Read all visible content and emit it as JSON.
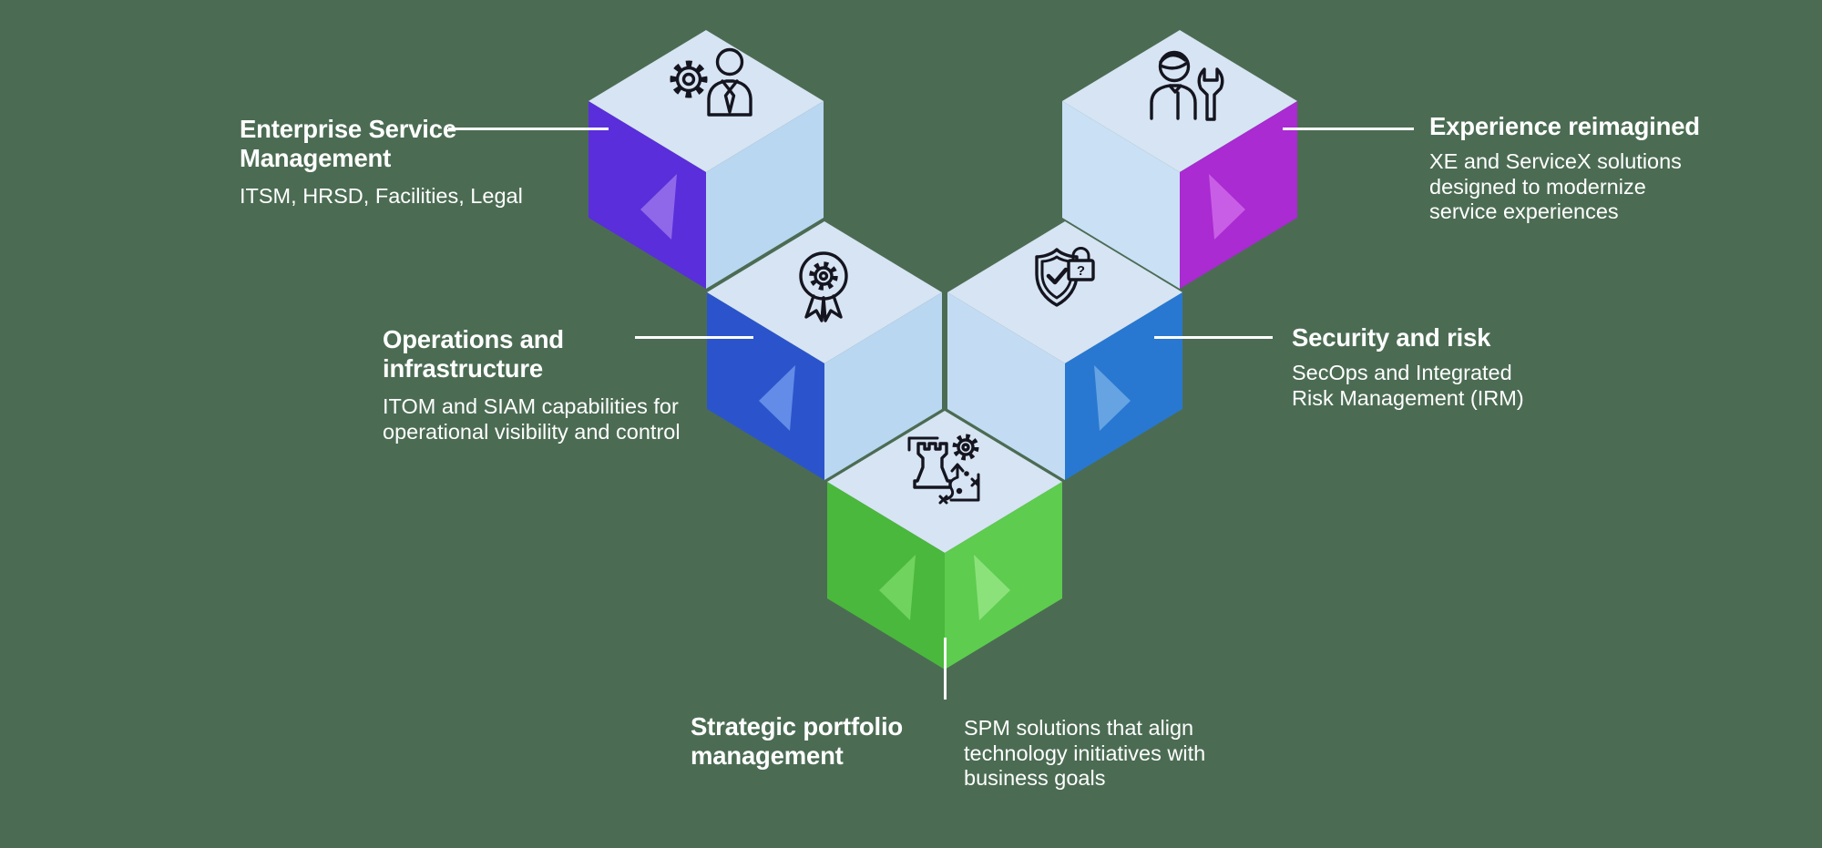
{
  "palette": {
    "background": "#4B6C53",
    "text": "#FFFFFF",
    "icon_stroke": "#15151F",
    "connector": "#FFFFFF"
  },
  "cubes": [
    {
      "id": "enterprise-service-management",
      "icon": "gear-person",
      "colors": {
        "top": "#D6E4F3",
        "left": "#5A2EDB",
        "right": "#B9D7F1",
        "left_triangle": "#8E68E8"
      }
    },
    {
      "id": "experience-reimagined",
      "icon": "person-wrench",
      "colors": {
        "top": "#D6E4F3",
        "left": "#C9E0F5",
        "right": "#A92BD1",
        "right_triangle": "#C95EE6"
      }
    },
    {
      "id": "operations-and-infrastructure",
      "icon": "award-gear",
      "colors": {
        "top": "#D6E4F3",
        "left": "#2B54CC",
        "right": "#B9D7F1",
        "left_triangle": "#638CE8"
      }
    },
    {
      "id": "security-and-risk",
      "icon": "shield-lock",
      "colors": {
        "top": "#D6E4F3",
        "left": "#C3DCF3",
        "right": "#2878D2",
        "right_triangle": "#66A3E3"
      }
    },
    {
      "id": "strategic-portfolio-management",
      "icon": "rook-strategy-gear",
      "colors": {
        "top": "#D6E4F3",
        "left": "#4AB83C",
        "right": "#5ECC4E",
        "left_triangle": "#6FD35D",
        "right_triangle": "#8BE27A"
      }
    }
  ],
  "callouts": {
    "enterprise_service_management": {
      "heading_lines": [
        "Enterprise Service",
        "Management"
      ],
      "body_lines": [
        "ITSM, HRSD, Facilities, Legal"
      ]
    },
    "experience_reimagined": {
      "heading_lines": [
        "Experience reimagined"
      ],
      "body_lines": [
        "XE and ServiceX solutions",
        "designed to modernize",
        "service experiences"
      ]
    },
    "operations_and_infrastructure": {
      "heading_lines": [
        "Operations and",
        "infrastructure"
      ],
      "body_lines": [
        "ITOM and SIAM capabilities for",
        "operational visibility and control"
      ]
    },
    "security_and_risk": {
      "heading_lines": [
        "Security and risk"
      ],
      "body_lines": [
        "SecOps and Integrated",
        "Risk Management (IRM)"
      ]
    },
    "strategic_portfolio_management": {
      "heading_lines": [
        "Strategic portfolio",
        "management"
      ],
      "body_lines": [
        "SPM solutions that align",
        "technology initiatives with",
        "business goals"
      ]
    }
  }
}
